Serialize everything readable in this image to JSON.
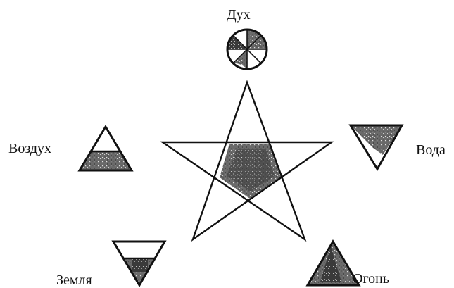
{
  "labels": {
    "spirit": "Дух",
    "air": "Воздух",
    "water": "Вода",
    "earth": "Земля",
    "fire": "Огонь"
  },
  "colors": {
    "ink": "#111111",
    "shade": "#555555",
    "paper": "#ffffff"
  }
}
